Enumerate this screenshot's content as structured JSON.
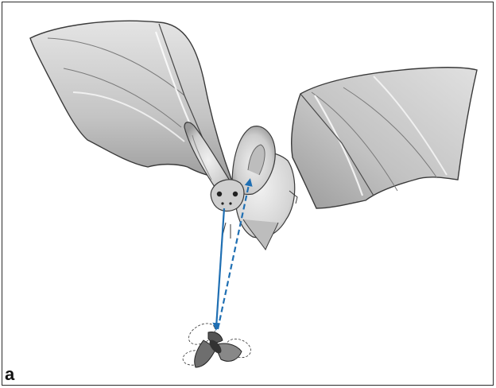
{
  "figure": {
    "panel_label": "a"
  },
  "colors": {
    "wing_fill": "#cfcfcf",
    "wing_shadow": "#8f8f8f",
    "outline": "#3a3a3a",
    "ear_fill": "#dadada",
    "body_fill": "#e6e6e6",
    "emitted_call_arrow": "#1f6fb3",
    "returning_echo_arrow": "#1f6fb3",
    "moth_fill": "#6e6e6e"
  },
  "icons": {
    "bat": "bat-illustration",
    "moth": "moth-illustration",
    "call_arrow": "solid-arrow",
    "echo_arrow": "dashed-arrow"
  }
}
